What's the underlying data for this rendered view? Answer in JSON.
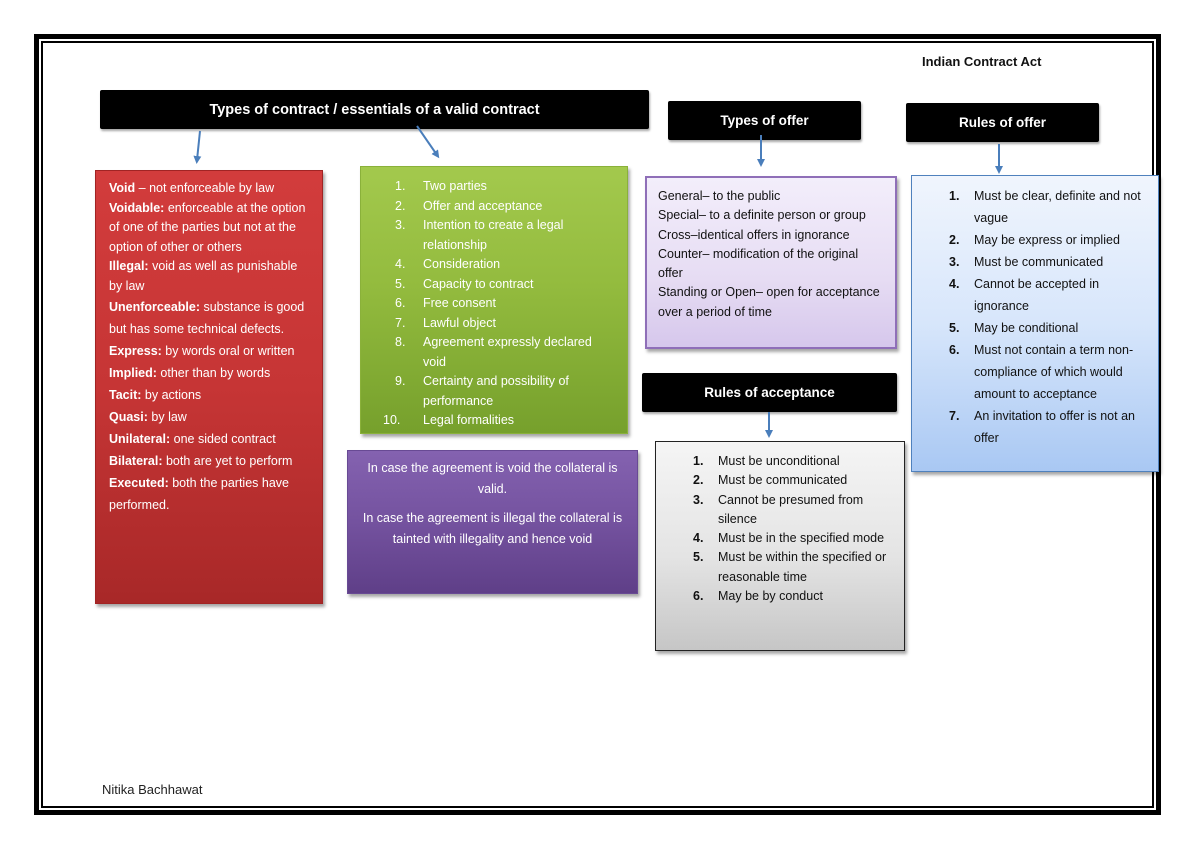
{
  "document": {
    "title": "Indian Contract Act",
    "author": "Nitika Bachhawat"
  },
  "headers": {
    "main": "Types of contract / essentials of a valid contract",
    "types_of_offer": "Types of offer",
    "rules_of_offer": "Rules of offer",
    "rules_of_acceptance": "Rules of acceptance"
  },
  "types_of_contract": [
    {
      "term": "Void",
      "sep": " – ",
      "desc": "not enforceable by law"
    },
    {
      "term": "Voidable:",
      "sep": " ",
      "desc": "enforceable at the option of one of the parties but not at the option of other or others"
    },
    {
      "term": "Illegal:",
      "sep": " ",
      "desc": "void as well as punishable by law"
    },
    {
      "term": "Unenforceable:",
      "sep": " ",
      "desc": "substance is good but has some technical defects."
    },
    {
      "term": "Express:",
      "sep": " ",
      "desc": "by words oral or written"
    },
    {
      "term": "Implied:",
      "sep": " ",
      "desc": "other than by words"
    },
    {
      "term": "Tacit:",
      "sep": " ",
      "desc": "by actions"
    },
    {
      "term": "Quasi:",
      "sep": " ",
      "desc": "by law"
    },
    {
      "term": "Unilateral:",
      "sep": " ",
      "desc": "one sided contract"
    },
    {
      "term": "Bilateral:",
      "sep": " ",
      "desc": "both are yet to perform"
    },
    {
      "term": "Executed:",
      "sep": " ",
      "desc": "both the parties have performed."
    }
  ],
  "essentials": [
    {
      "n": "1.",
      "text": "Two parties"
    },
    {
      "n": "2.",
      "text": "Offer and acceptance"
    },
    {
      "n": "3.",
      "text": "Intention to create a legal relationship"
    },
    {
      "n": "4.",
      "text": "Consideration"
    },
    {
      "n": "5.",
      "text": "Capacity to contract"
    },
    {
      "n": "6.",
      "text": "Free consent"
    },
    {
      "n": "7.",
      "text": "Lawful object"
    },
    {
      "n": "8.",
      "text": "Agreement expressly declared void"
    },
    {
      "n": "9.",
      "text": "Certainty and possibility of performance"
    },
    {
      "n": "10.",
      "text": "Legal formalities"
    }
  ],
  "collateral_note": [
    "In case the agreement is void the collateral is valid.",
    "In case the agreement is illegal the collateral is tainted with illegality and hence void"
  ],
  "types_of_offer": [
    "General– to the public",
    "Special– to a definite person or group",
    "Cross–identical offers in ignorance",
    "Counter– modification of the original offer",
    "Standing or Open– open for acceptance over a period of time"
  ],
  "rules_of_acceptance": [
    {
      "n": "1.",
      "text": "Must be unconditional"
    },
    {
      "n": "2.",
      "text": "Must be communicated"
    },
    {
      "n": "3.",
      "text": "Cannot be presumed from silence"
    },
    {
      "n": "4.",
      "text": "Must be in the specified mode"
    },
    {
      "n": "5.",
      "text": "Must be within the specified or reasonable time"
    },
    {
      "n": "6.",
      "text": "May be by conduct"
    }
  ],
  "rules_of_offer": [
    {
      "n": "1.",
      "text": "Must be clear, definite and not vague"
    },
    {
      "n": "2.",
      "text": "May be express or implied"
    },
    {
      "n": "3.",
      "text": "Must be communicated"
    },
    {
      "n": "4.",
      "text": "Cannot be accepted in ignorance"
    },
    {
      "n": "5.",
      "text": "May be conditional"
    },
    {
      "n": "6.",
      "text": "Must not contain a term non-compliance of which would amount to acceptance"
    },
    {
      "n": "7.",
      "text": "An invitation to offer is not an offer"
    }
  ],
  "colors": {
    "header_bg": "#000000",
    "arrow": "#4a7ebb",
    "red_box": "#c63535",
    "green_box": "#93bb3e",
    "purple_box": "#74529f",
    "lavender_box": "#e6dcf3",
    "gray_box": "#e4e4e4",
    "blue_box": "#d7e6fb"
  }
}
